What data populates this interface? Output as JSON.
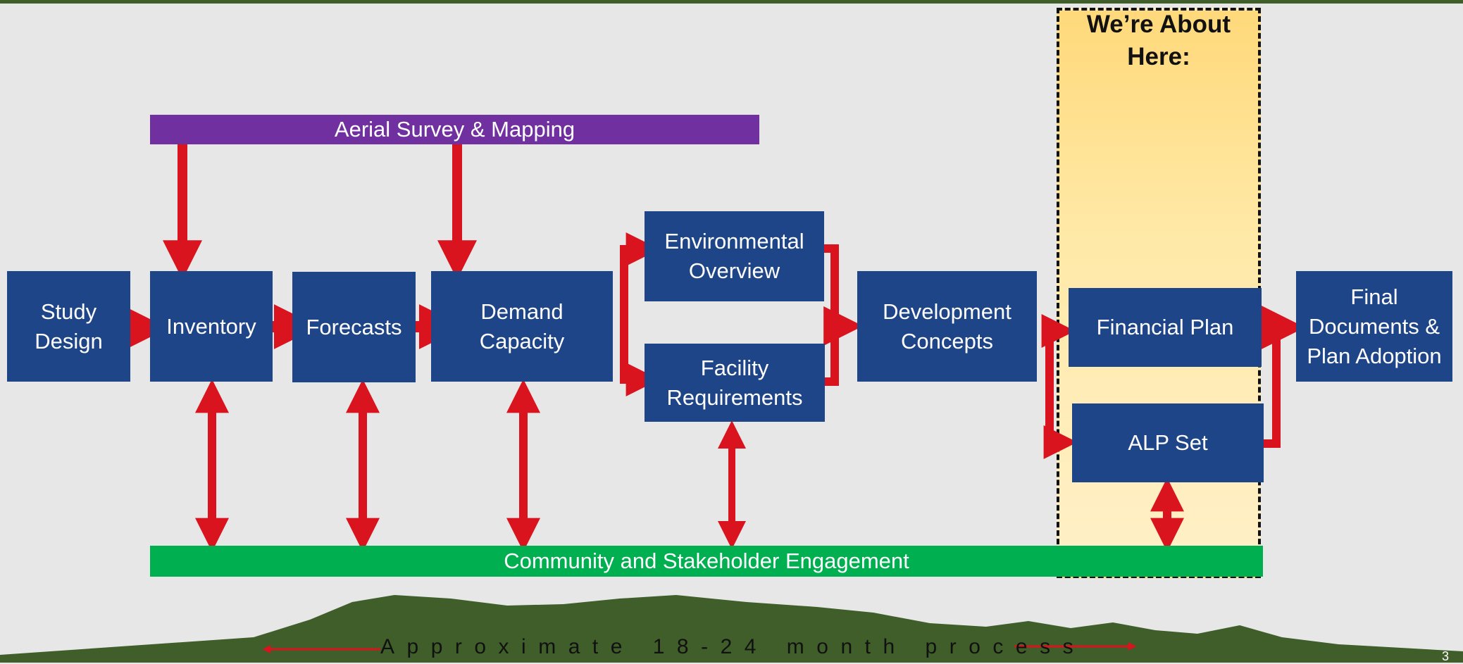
{
  "colors": {
    "box_fill": "#1f4589",
    "arrow": "#d9141e",
    "aerial_bar": "#7030a0",
    "engagement_bar": "#00b050",
    "mountain": "#3f5e2a",
    "highlight": "#ffe08a"
  },
  "boxes": {
    "study_design": "Study\nDesign",
    "inventory": "Inventory",
    "forecasts": "Forecasts",
    "demand_capacity": "Demand\nCapacity",
    "environmental_overview": "Environmental\nOverview",
    "facility_requirements": "Facility\nRequirements",
    "development_concepts": "Development\nConcepts",
    "financial_plan": "Financial Plan",
    "alp_set": "ALP Set",
    "final_documents": "Final\nDocuments &\nPlan Adoption"
  },
  "bars": {
    "aerial": "Aerial Survey & Mapping",
    "engagement": "Community and Stakeholder Engagement"
  },
  "highlight_title": "We’re About\nHere:",
  "timeline_label": "Approximate 18-24 month process",
  "page_number": "3"
}
